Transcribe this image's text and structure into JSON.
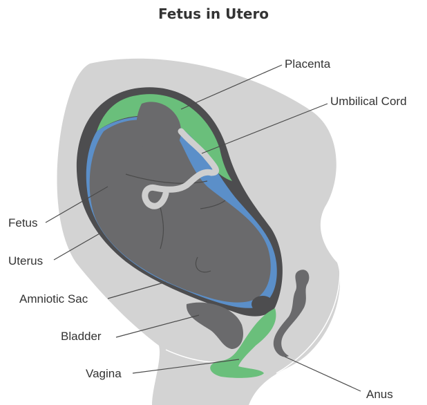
{
  "title": "Fetus in Utero",
  "labels": {
    "placenta": "Placenta",
    "umbilical_cord": "Umbilical Cord",
    "fetus": "Fetus",
    "uterus": "Uterus",
    "amniotic_sac": "Amniotic Sac",
    "bladder": "Bladder",
    "vagina": "Vagina",
    "anus": "Anus"
  },
  "colors": {
    "body_outline": "#d3d3d3",
    "uterus_wall": "#4d4d4f",
    "placenta": "#6abf7b",
    "amniotic_sac": "#5b8fc9",
    "fetus": "#6a6a6c",
    "umbilical_cord": "#cfcfcf",
    "text": "#333333"
  }
}
